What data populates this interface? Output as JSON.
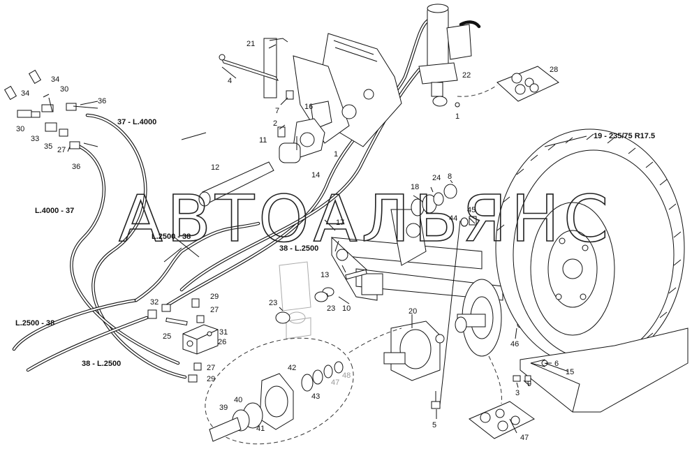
{
  "watermark": "АВТОАЛЬЯНС",
  "labels": {
    "p1a": "1",
    "p1b": "1",
    "p2": "2",
    "p3": "3",
    "p4": "4",
    "p5": "5",
    "p6": "6",
    "p7": "7",
    "p8": "8",
    "p9": "9",
    "p10": "10",
    "p11": "11",
    "p12": "12",
    "p13": "13",
    "p14": "14",
    "p15": "15",
    "p16": "16",
    "p17": "17",
    "p18": "18",
    "p19": "19 - 235/75 R17.5",
    "p20": "20",
    "p21": "21",
    "p22": "22",
    "p23a": "23",
    "p23b": "23",
    "p24": "24",
    "p25": "25",
    "p26": "26",
    "p27a": "27",
    "p27b": "27",
    "p27c": "27",
    "p28": "28",
    "p29a": "29",
    "p29b": "29",
    "p30a": "30",
    "p30b": "30",
    "p31": "31",
    "p32": "32",
    "p33": "33",
    "p34a": "34",
    "p34b": "34",
    "p35": "35",
    "p36a": "36",
    "p36b": "36",
    "p37": "37 - L.4000",
    "p37b": "L.4000 - 37",
    "p38a": "L.2500 - 38",
    "p38b": "38 - L.2500",
    "p38c": "L.2500 - 38",
    "p38d": "38 - L.2500",
    "p39": "39",
    "p40": "40",
    "p41": "41",
    "p42": "42",
    "p43": "43",
    "p44": "44",
    "p45": "45",
    "p46": "46",
    "p47a": "47",
    "p47b": "47",
    "p48": "48"
  }
}
